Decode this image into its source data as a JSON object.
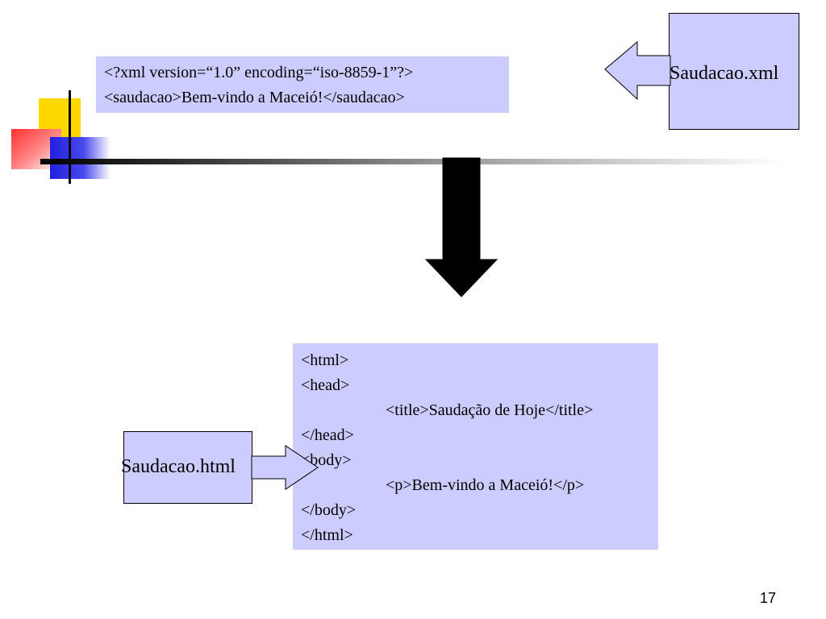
{
  "xml_box": {
    "lines": [
      "<?xml version=“1.0” encoding=“iso-8859-1”?>",
      "<saudacao>Bem-vindo a Maceió!</saudacao>"
    ]
  },
  "xml_file": {
    "label": "Saudacao.xml"
  },
  "html_box": {
    "lines": [
      "<html>",
      "<head>",
      "<title>Saudação de Hoje</title>",
      "</head>",
      "<body>",
      "<p>Bem-vindo a Maceió!</p>",
      "</body>",
      "</html>"
    ]
  },
  "html_file": {
    "label": "Saudacao.html"
  },
  "slide_number": "17",
  "colors": {
    "box_fill": "#ccccff",
    "arrow_dark": "#000000",
    "logo_yellow": "#ffd800",
    "logo_red": "#ff3030",
    "logo_blue": "#2020e0"
  }
}
